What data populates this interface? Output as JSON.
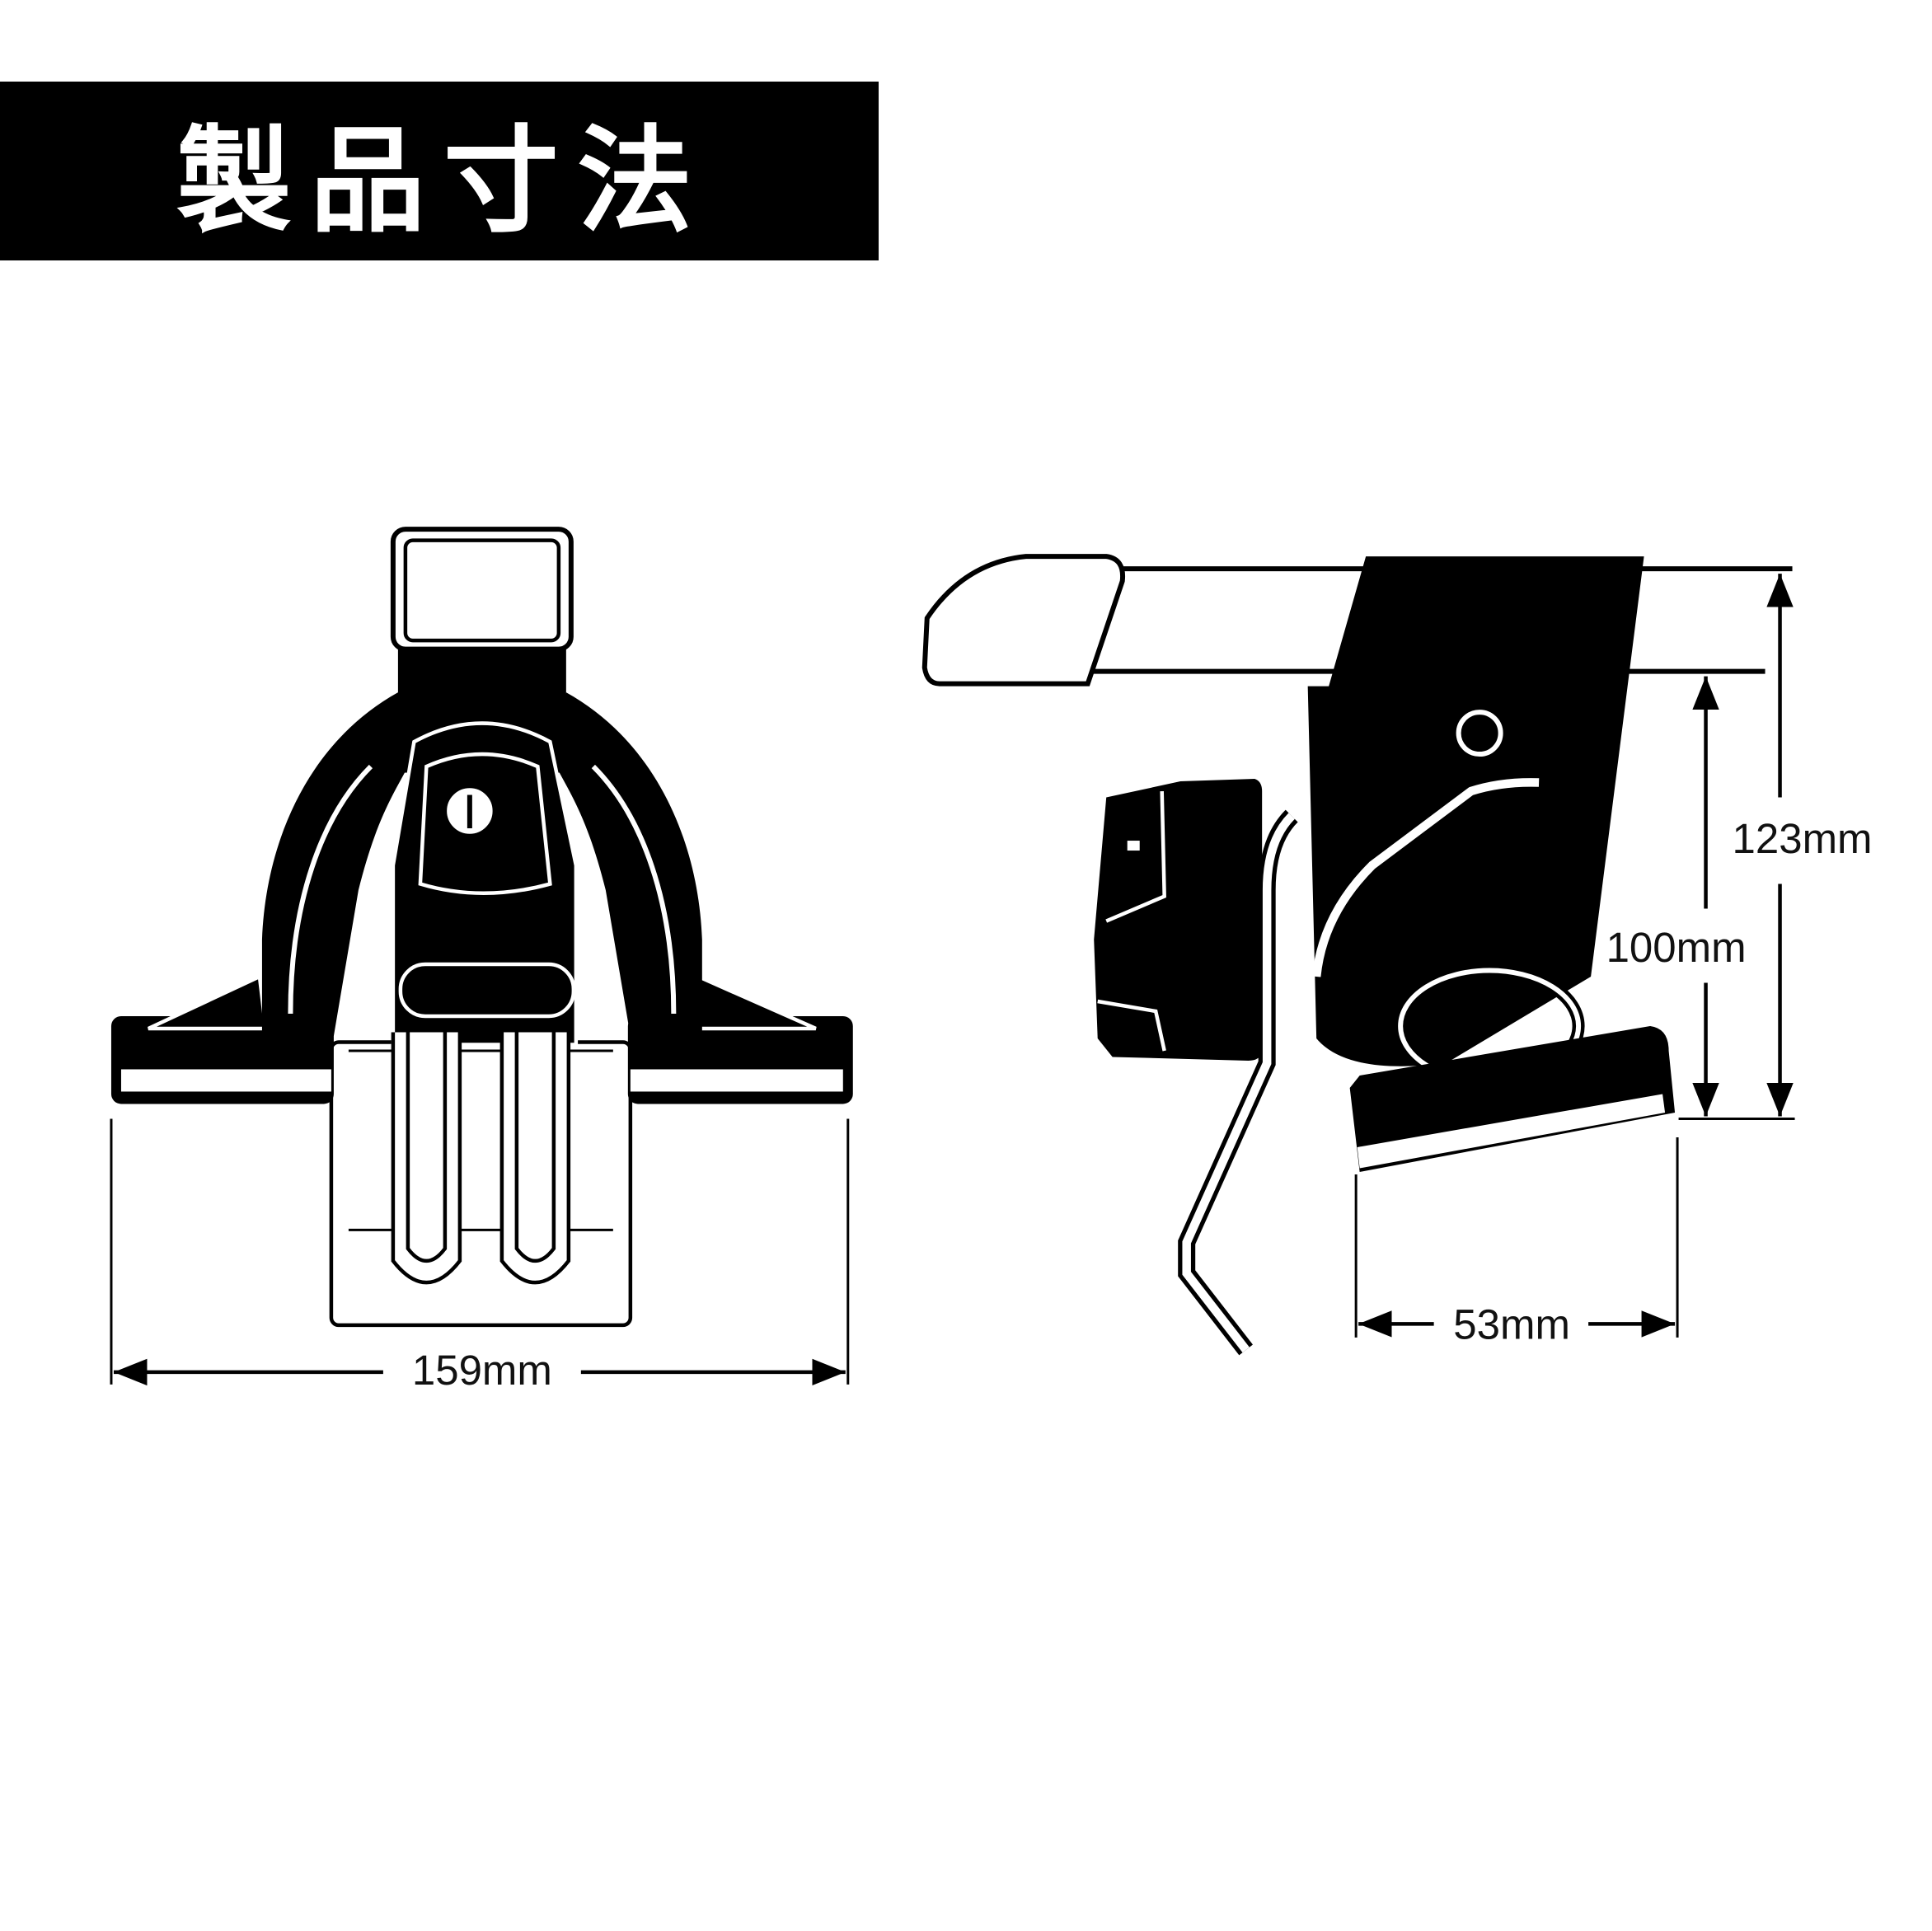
{
  "header": {
    "title": "製品寸法"
  },
  "front_view": {
    "width_label": "159mm"
  },
  "side_view": {
    "total_height_label": "123mm",
    "height_label": "100mm",
    "foot_depth_label": "53mm"
  },
  "colors": {
    "ink": "#000000",
    "background": "#ffffff"
  }
}
